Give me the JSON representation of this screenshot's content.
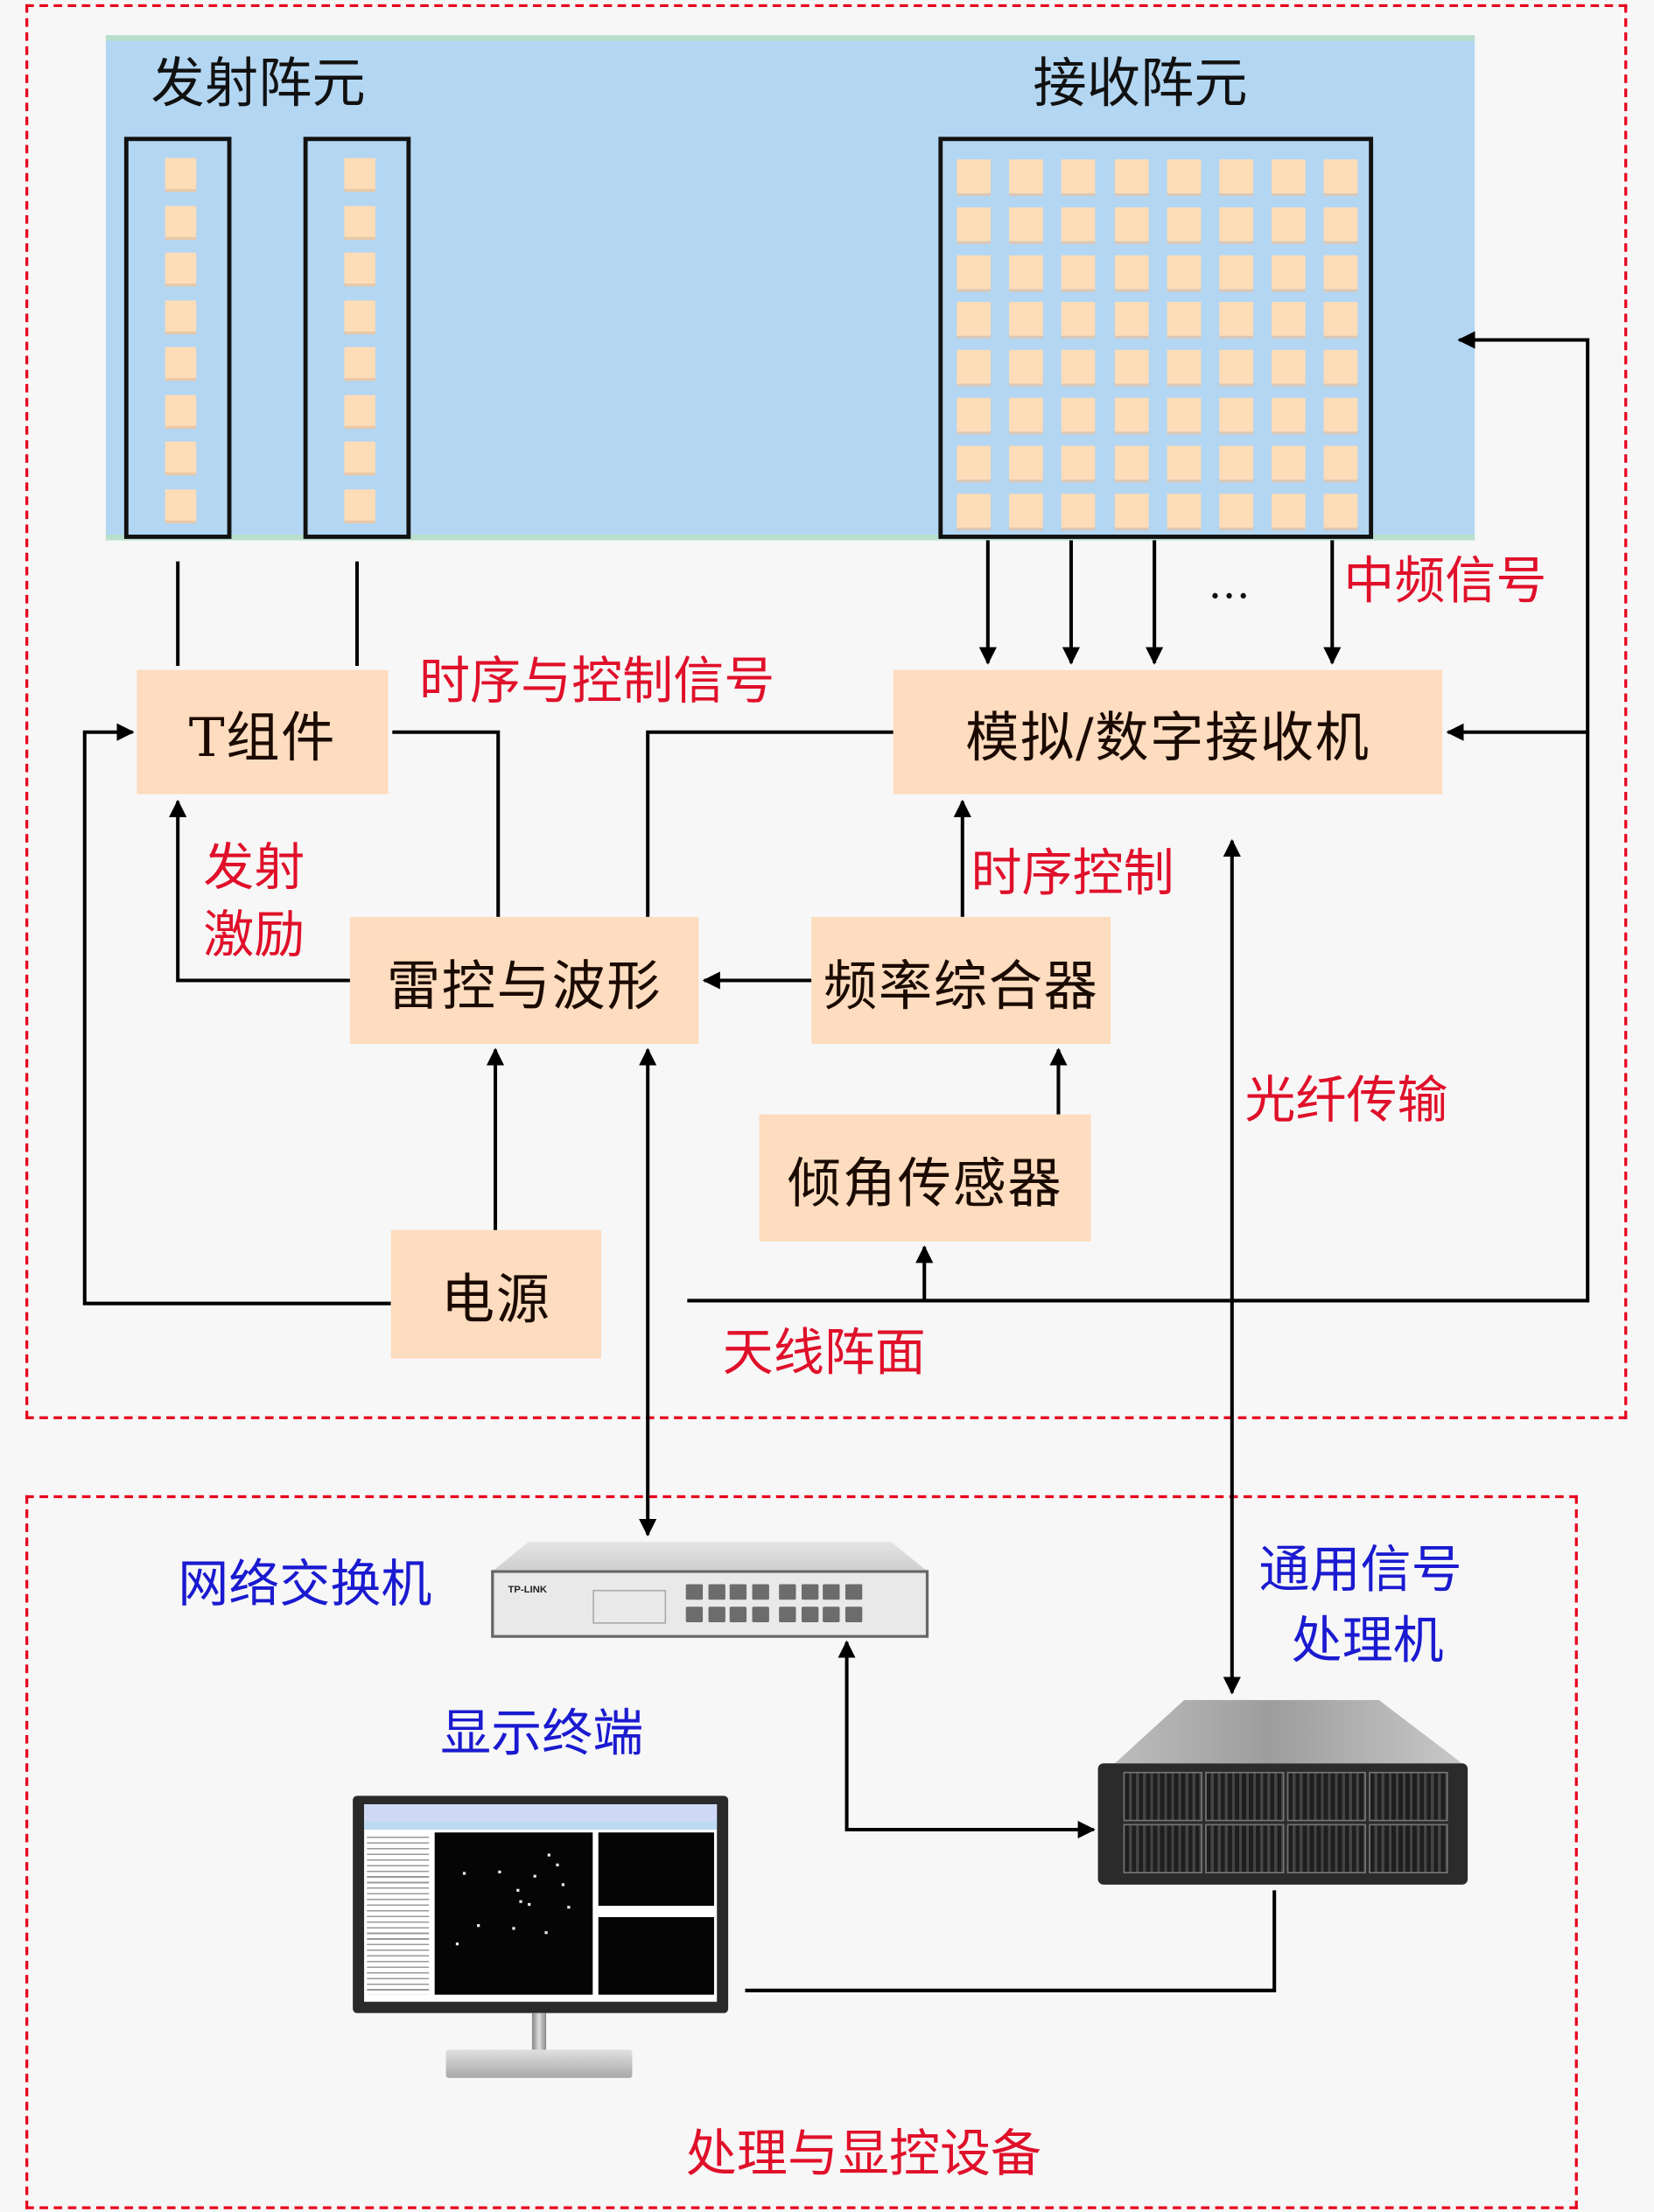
{
  "diagram": {
    "antenna_section": {
      "tx_array_title": "发射阵元",
      "rx_array_title": "接收阵元",
      "tx_columns": 2,
      "tx_elements_per_column": 8,
      "rx_rows": 8,
      "rx_cols": 8
    },
    "blocks": {
      "t_module": "T组件",
      "receiver": "模拟/数字接收机",
      "radar_control": "雷控与波形",
      "freq_synth": "频率综合器",
      "tilt_sensor": "倾角传感器",
      "power": "电源"
    },
    "signal_labels": {
      "timing_control_signal": "时序与控制信号",
      "if_signal": "中频信号",
      "ellipsis": "…",
      "tx_excitation_line1": "发射",
      "tx_excitation_line2": "激励",
      "timing_control": "时序控制",
      "fiber_transmission": "光纤传输",
      "antenna_array_face": "天线阵面"
    },
    "equipment_section": {
      "title": "处理与显控设备",
      "network_switch": "网络交换机",
      "display_terminal": "显示终端",
      "processor_line1": "通用信号",
      "processor_line2": "处理机",
      "switch_brand": "TP-LINK"
    },
    "colors": {
      "frame_dash": "#e8001c",
      "panel_blue": "#b3d6f2",
      "block_fill": "#fddcbf",
      "label_red": "#e0102a",
      "label_blue": "#1a1ad0"
    }
  }
}
